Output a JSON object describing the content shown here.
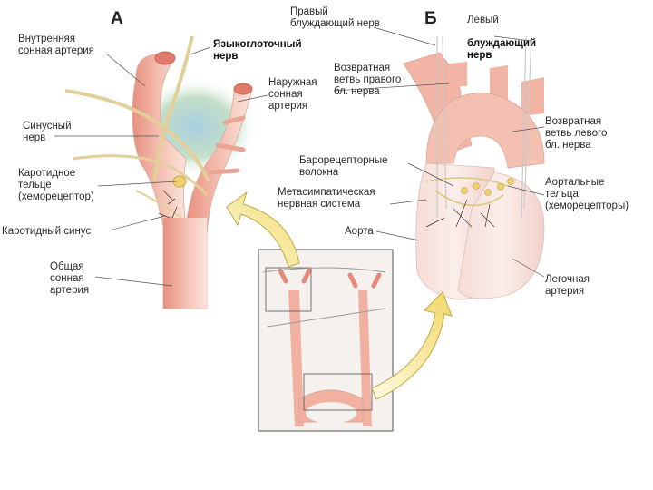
{
  "panel_a": {
    "letter": "А",
    "internal_carotid": "Внутренняя\nсонная артерия",
    "glossopharyngeal": "Языкоглоточный\nнерв",
    "external_carotid": "Наружная\nсонная\nартерия",
    "sinus_nerve": "Синусный\nнерв",
    "carotid_body": "Каротидное\nтельце\n(хеморецептор)",
    "carotid_sinus": "Каротидный синус",
    "common_carotid": "Общая\nсонная\nартерия"
  },
  "panel_b": {
    "letter": "Б",
    "right_vagus": "Правый\nблуждающий нерв",
    "left_vagus_line1": "Левый",
    "left_vagus_line2": "блуждающий\nнерв",
    "recurrent_right": "Возвратная\nветвь правого\nбл. нерва",
    "recurrent_left": "Возвратная\nветвь левого\nбл. нерва",
    "baroreceptor": "Барорецепторные\nволокна",
    "metasympathetic": "Метасимпатическая\nнервная система",
    "aortic_bodies": "Аортальные\nтельца\n(хеморецепторы)",
    "aorta": "Аорта",
    "pulmonary": "Легочная\nартерия"
  },
  "colors": {
    "artery": "#f2b0a0",
    "artery_dark": "#e58a7a",
    "nerve": "#e3cf9a",
    "tissue": "#bcd9c0",
    "arrow": "#f3e08a"
  }
}
